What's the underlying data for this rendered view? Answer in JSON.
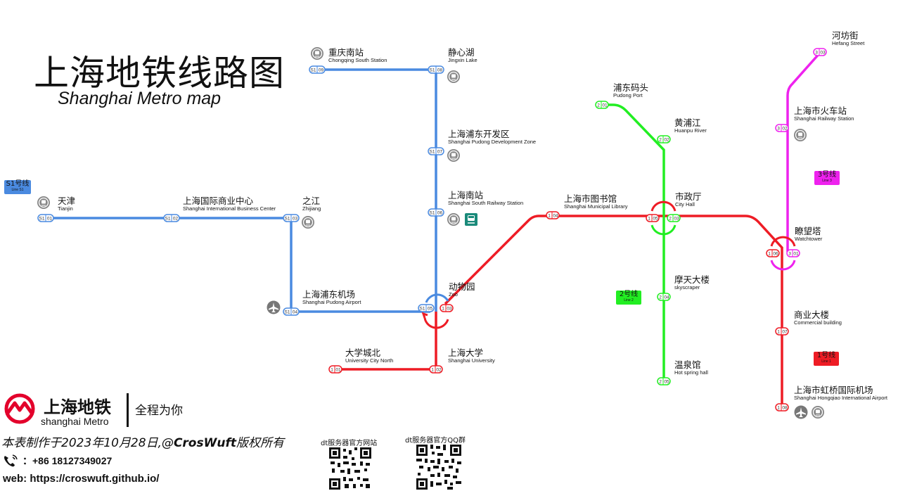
{
  "title": {
    "cn": "上海地铁线路图",
    "en": "Shanghai Metro map"
  },
  "colors": {
    "line1": "#ee1c25",
    "line2": "#22ee22",
    "line3": "#ee22ee",
    "lineS1": "#4a8ae0"
  },
  "line_tags": {
    "s1": {
      "cn": "S1号线",
      "en": "Line S1"
    },
    "l1": {
      "cn": "1号线",
      "en": "Line 1"
    },
    "l2": {
      "cn": "2号线",
      "en": "Line 2"
    },
    "l3": {
      "cn": "3号线",
      "en": "Line 3"
    }
  },
  "stations": {
    "tianjin": {
      "cn": "天津",
      "en": "Tianjin",
      "code": "S1 01",
      "icon": "railway-station-icon"
    },
    "sibc": {
      "cn": "上海国际商业中心",
      "en": "Shanghai International Business Center",
      "code": "S1 02"
    },
    "zhijiang": {
      "cn": "之江",
      "en": "Zhijiang",
      "code": "S1 03",
      "icon": "railway-station-icon"
    },
    "pudong_airport": {
      "cn": "上海浦东机场",
      "en": "Shanghai Pudong Airport",
      "code": "S1 04",
      "icon": "airplane-icon"
    },
    "zoo": {
      "cn": "动物园",
      "en": "Zoo",
      "codes": [
        "S1 05",
        "1 03"
      ]
    },
    "south_railway": {
      "cn": "上海南站",
      "en": "Shanghai South Railway Station",
      "code": "S1 06",
      "icon": "railway-station-icon"
    },
    "pudong_dev": {
      "cn": "上海浦东开发区",
      "en": "Shanghai Pudong Development Zone",
      "code": "S1 07",
      "icon": "railway-station-icon"
    },
    "jingxin": {
      "cn": "静心湖",
      "en": "Jingxin Lake",
      "code": "S1 08",
      "icon": "railway-station-icon"
    },
    "chongqing_south": {
      "cn": "重庆南站",
      "en": "Chongqing South Station",
      "code": "S1 09",
      "icon": "railway-station-icon"
    },
    "univ_north": {
      "cn": "大学城北",
      "en": "University City North",
      "code": "1 01"
    },
    "sh_univ": {
      "cn": "上海大学",
      "en": "Shanghai University",
      "code": "1 02"
    },
    "library": {
      "cn": "上海市图书馆",
      "en": "Shanghai Municipal Library",
      "code": "1 04"
    },
    "city_hall": {
      "cn": "市政厅",
      "en": "City Hall",
      "codes": [
        "1 05",
        "2 03"
      ]
    },
    "watchtower": {
      "cn": "瞭望塔",
      "en": "Watchtower",
      "codes": [
        "1 06",
        "3 01"
      ]
    },
    "commercial": {
      "cn": "商业大楼",
      "en": "Commercial building",
      "code": "1 07"
    },
    "hongqiao": {
      "cn": "上海市虹桥国际机场",
      "en": "Shanghai Hongqiao International Airport",
      "code": "1 08",
      "icon": "airplane-icon"
    },
    "pudong_port": {
      "cn": "浦东码头",
      "en": "Pudong Port",
      "code": "2 01"
    },
    "huanpu": {
      "cn": "黄浦江",
      "en": "Huanpu River",
      "code": "2 02"
    },
    "skyscraper": {
      "cn": "摩天大楼",
      "en": "skyscraper",
      "code": "2 04"
    },
    "hot_spring": {
      "cn": "温泉馆",
      "en": "Hot spring hall",
      "code": "2 05"
    },
    "sh_railway": {
      "cn": "上海市火车站",
      "en": "Shanghai Railway Station",
      "code": "3 02",
      "icon": "railway-station-icon"
    },
    "hefang": {
      "cn": "河坊街",
      "en": "Hefang Street",
      "code": "3 03"
    }
  },
  "brand": {
    "cn": "上海地铁",
    "en": "shanghai Metro",
    "slogan": "全程为你"
  },
  "footer": {
    "copyright_prefix": "本表制作于2023年10月28日,@",
    "copyright_author": "CrosWuft",
    "copyright_suffix": "版权所有",
    "phone": "：+86 18127349027",
    "web": "web:  https://croswuft.github.io/",
    "qr_site_label": "dt服务器官方网站",
    "qr_group_label": "dt服务器官方QQ群"
  }
}
